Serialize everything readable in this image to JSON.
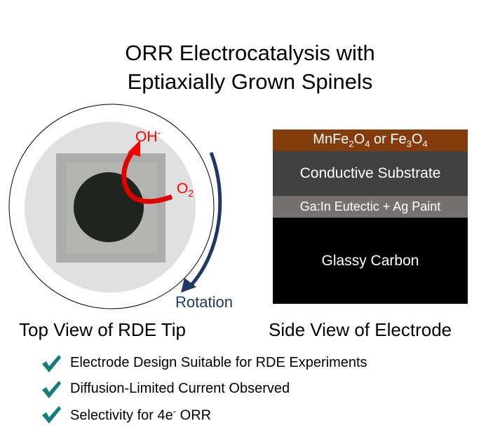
{
  "title": {
    "line1": "ORR Electrocatalysis with",
    "line2": "Eptiaxially Grown Spinels"
  },
  "top_view": {
    "caption": "Top View of RDE Tip",
    "rotation_label": "Rotation",
    "product": "OH",
    "product_charge": "-",
    "reactant": "O",
    "reactant_sub": "2"
  },
  "side_view": {
    "caption": "Side View of Electrode",
    "layer1": {
      "a": "MnFe",
      "a_sub": "2",
      "b": "O",
      "b_sub": "4",
      "c": " or Fe",
      "c_sub": "3",
      "d": "O",
      "d_sub": "4"
    },
    "layer2": "Conductive Substrate",
    "layer3": "Ga:In Eutectic + Ag Paint",
    "layer4": "Glassy Carbon"
  },
  "bullets": [
    {
      "text": "Electrode Design Suitable for RDE Experiments"
    },
    {
      "text": "Diffusion-Limited Current Observed"
    },
    {
      "text": "Selectivity for 4e",
      "sup": "-",
      "tail": " ORR"
    }
  ],
  "colors": {
    "check": "#137f7d",
    "rotation": "#1f3864",
    "reaction": "#ff0000",
    "oxide": "#843c0c"
  }
}
